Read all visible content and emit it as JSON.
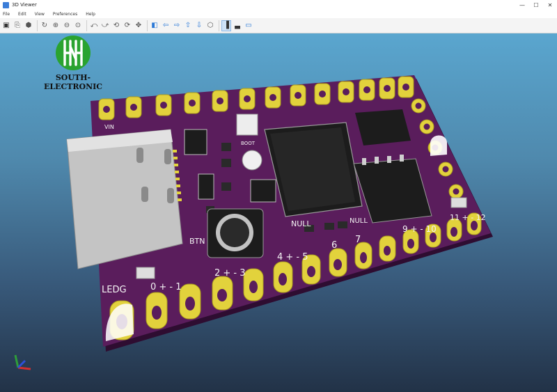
{
  "window": {
    "title": "3D Viewer",
    "controls": [
      "—",
      "☐",
      "✕"
    ]
  },
  "menu": {
    "items": [
      "File",
      "Edit",
      "View",
      "Preferences",
      "Help"
    ]
  },
  "toolbar": {
    "icons": [
      "render-raytracing-icon",
      "copy-image-icon",
      "reload-icon",
      "redraw-icon",
      "zoom-in-icon",
      "zoom-out-icon",
      "zoom-fit-icon",
      "rotate-x-ccw-icon",
      "rotate-x-cw-icon",
      "rotate-y-ccw-icon",
      "rotate-y-cw-icon",
      "rotate-z-icon",
      "move-left-icon",
      "move-right-icon",
      "move-up-icon",
      "move-down-icon",
      "iso-view-icon",
      "view-front-icon",
      "view-top-icon",
      "view-bottom-icon"
    ]
  },
  "logo": {
    "brand": "SOUTH-ELECTRONIC",
    "color": "#2aa330"
  },
  "board": {
    "colors": {
      "pcb": "#5a1d5c",
      "pad": "#e2d23c",
      "usb": "#c4c4c4",
      "chip": "#1c1c1c"
    },
    "silkscreen": {
      "ledg": "LEDG",
      "btn": "BTN",
      "null1": "NULL",
      "null2": "NULL",
      "pin_0_1": "0 + - 1",
      "pin_2_3": "2 + - 3",
      "pin_4_5": "4 + - 5",
      "pin_6": "6",
      "pin_7": "7",
      "pin_9_10": "9 + - 10",
      "pin_11_12": "11 + - 12",
      "vin": "VIN",
      "boot": "BOOT"
    }
  }
}
